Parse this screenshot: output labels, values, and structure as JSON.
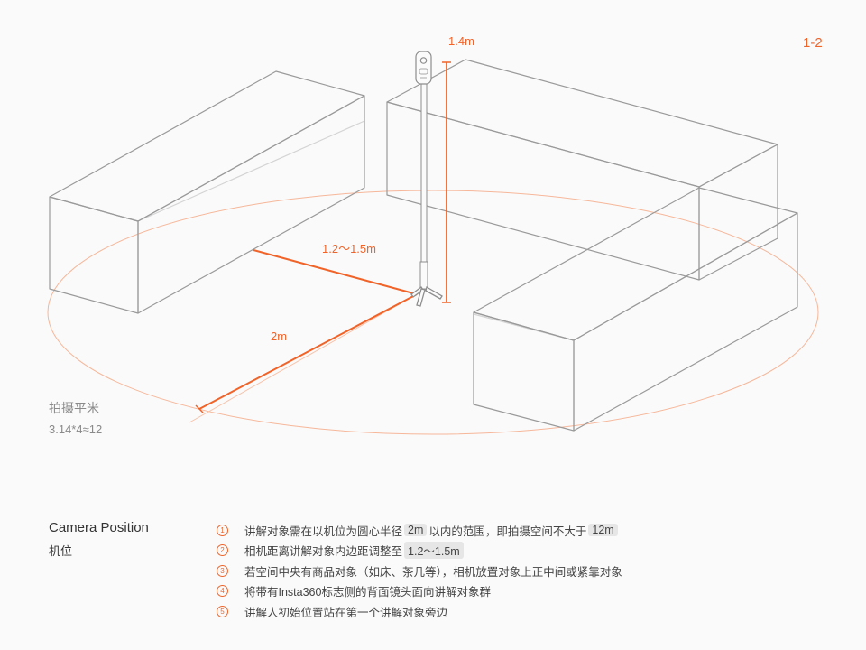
{
  "page_number": "1-2",
  "diagram": {
    "pole_height_label": "1.4m",
    "distance_label": "1.2～1.5m",
    "radius_label": "2m",
    "colors": {
      "accent": "#f0642a",
      "box_stroke": "#9a9a9a",
      "circle": "#f6b79a"
    }
  },
  "area": {
    "title": "拍摄平米",
    "value": "3.14*4≈12"
  },
  "section": {
    "title": "Camera Position",
    "subtitle": "机位"
  },
  "notes": [
    {
      "num": "1",
      "before": "讲解对象需在以机位为圆心半径",
      "hl1": "2m",
      "middle": "以内的范围，即拍摄空间不大于",
      "hl2": "12m",
      "after": ""
    },
    {
      "num": "2",
      "before": "相机距离讲解对象内边距调整至",
      "hl1": "1.2～1.5m",
      "middle": "",
      "hl2": "",
      "after": ""
    },
    {
      "num": "3",
      "before": "若空间中央有商品对象（如床、茶几等），相机放置对象上正中间或紧靠对象",
      "hl1": "",
      "middle": "",
      "hl2": "",
      "after": ""
    },
    {
      "num": "4",
      "before": "将带有Insta360标志侧的背面镜头面向讲解对象群",
      "hl1": "",
      "middle": "",
      "hl2": "",
      "after": ""
    },
    {
      "num": "5",
      "before": "讲解人初始位置站在第一个讲解对象旁边",
      "hl1": "",
      "middle": "",
      "hl2": "",
      "after": ""
    }
  ]
}
